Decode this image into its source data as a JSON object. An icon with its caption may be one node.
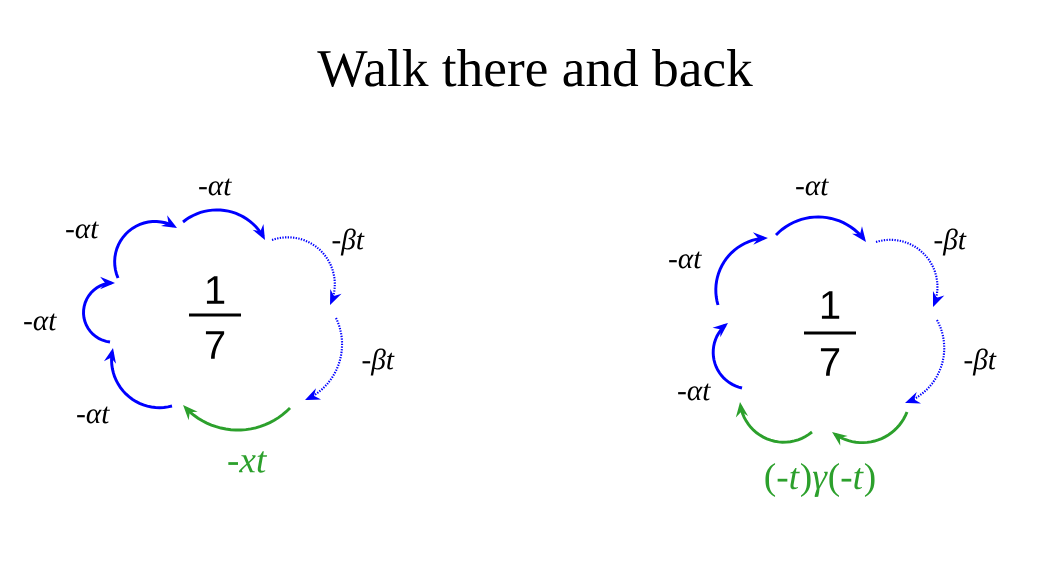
{
  "diagram": {
    "title": "Walk there and back",
    "labels": [
      "-*αt*",
      "-*αt*",
      "-*βt*",
      "-*αt*",
      "1",
      "7",
      "-*βt*",
      "-*αt*",
      "-*xt*",
      "-*αt*",
      "-*βt*",
      "-*αt*",
      "1",
      "7",
      "-*βt*",
      "-*αt*",
      "(-*t*)*γ*(-*t*)"
    ]
  }
}
